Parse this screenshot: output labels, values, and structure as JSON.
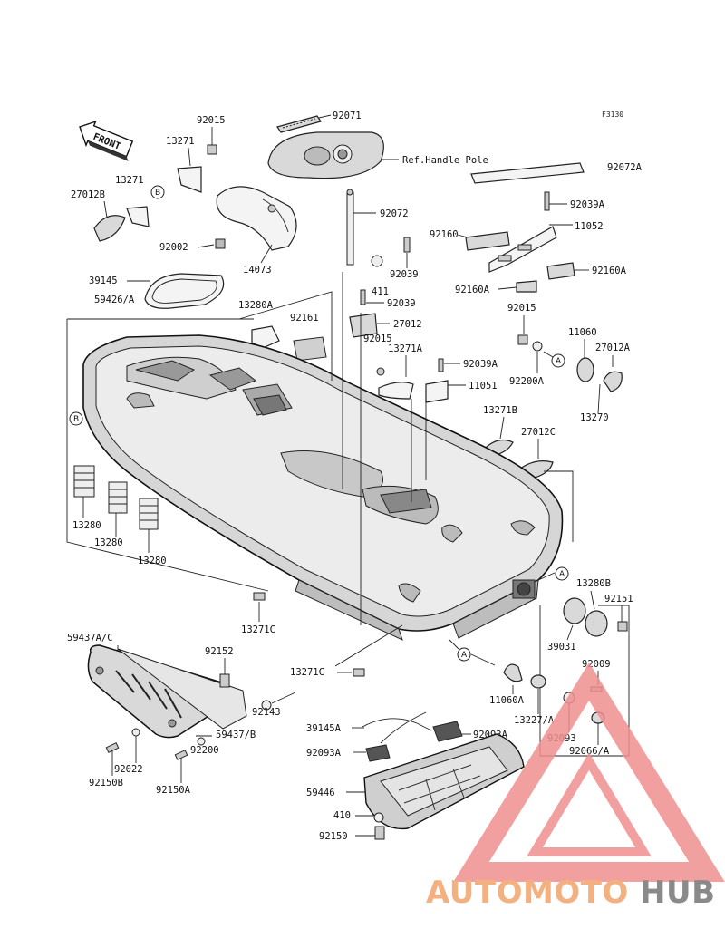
{
  "diagram": {
    "code": "F3130",
    "front_label": "FRONT",
    "ref_note": "Ref.Handle Pole",
    "callouts": {
      "92071": "92071",
      "92015_a": "92015",
      "13271_a": "13271",
      "13271_b": "13271",
      "27012B": "27012B",
      "92002": "92002",
      "14073": "14073",
      "92072": "92072",
      "92072A": "92072A",
      "92039A_a": "92039A",
      "11052": "11052",
      "92160": "92160",
      "92160A_a": "92160A",
      "92160A_b": "92160A",
      "92039_a": "92039",
      "411": "411",
      "92039_b": "92039",
      "27012": "27012",
      "92015_b": "92015",
      "13271A": "13271A",
      "92039A_b": "92039A",
      "11051": "11051",
      "39145": "39145",
      "59426A": "59426/A",
      "13280A": "13280A",
      "92161": "92161",
      "92015_c": "92015",
      "92200A": "92200A",
      "11060": "11060",
      "27012A": "27012A",
      "13270": "13270",
      "13271B": "13271B",
      "27012C": "27012C",
      "13280_a": "13280",
      "13280_b": "13280",
      "13280_c": "13280",
      "13280B": "13280B",
      "92151": "92151",
      "39031": "39031",
      "13271C_a": "13271C",
      "13271C_b": "13271C",
      "59437AC": "59437A/C",
      "92152": "92152",
      "92143": "92143",
      "59437B": "59437/B",
      "92022": "92022",
      "92200": "92200",
      "92150B": "92150B",
      "92150A": "92150A",
      "11060A": "11060A",
      "92009": "92009",
      "13227A": "13227/A",
      "92093": "92093",
      "92066A": "92066/A",
      "39145A": "39145A",
      "92093A_a": "92093A",
      "92093A_b": "92093A",
      "59446": "59446",
      "410": "410",
      "92150": "92150"
    },
    "ref_circles": {
      "A": "A",
      "B": "B"
    }
  },
  "watermark": {
    "part1": "AUTOMOTO",
    "part2": "HUB",
    "color1": "#f3b080",
    "color2": "#8a8a8a",
    "triangle_color": "#ef8f8f"
  }
}
